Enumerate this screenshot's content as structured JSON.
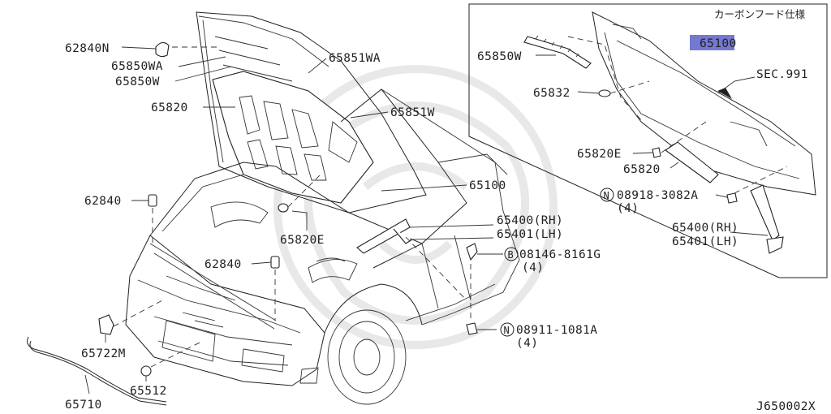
{
  "box_note": "カーボンフード仕様",
  "diagram_code": "J650002X",
  "highlighted_part": "65100",
  "labels": {
    "l62840N": "62840N",
    "l65850WA": "65850WA",
    "l65850W": "65850W",
    "l65851WA": "65851WA",
    "l65820": "65820",
    "l65851W": "65851W",
    "l62840a": "62840",
    "l65100": "65100",
    "l65820E": "65820E",
    "l62840b": "62840",
    "l65400RH": "65400(RH)",
    "l65401LH": "65401(LH)",
    "l08146": "08146-8161G",
    "l08146q": "(4)",
    "l65722M": "65722M",
    "l65512": "65512",
    "l65710": "65710",
    "l08911": "08911-1081A",
    "l08911q": "(4)",
    "r65850W": "65850W",
    "r65832": "65832",
    "r65100": "65100",
    "rSEC": "SEC.991",
    "r65820E": "65820E",
    "r65820": "65820",
    "r08918": "08918-3082A",
    "r08918q": "(4)",
    "r65400RH": "65400(RH)",
    "r65401LH": "65401(LH)"
  },
  "callout_symbols": {
    "b": "B",
    "n": "N"
  }
}
